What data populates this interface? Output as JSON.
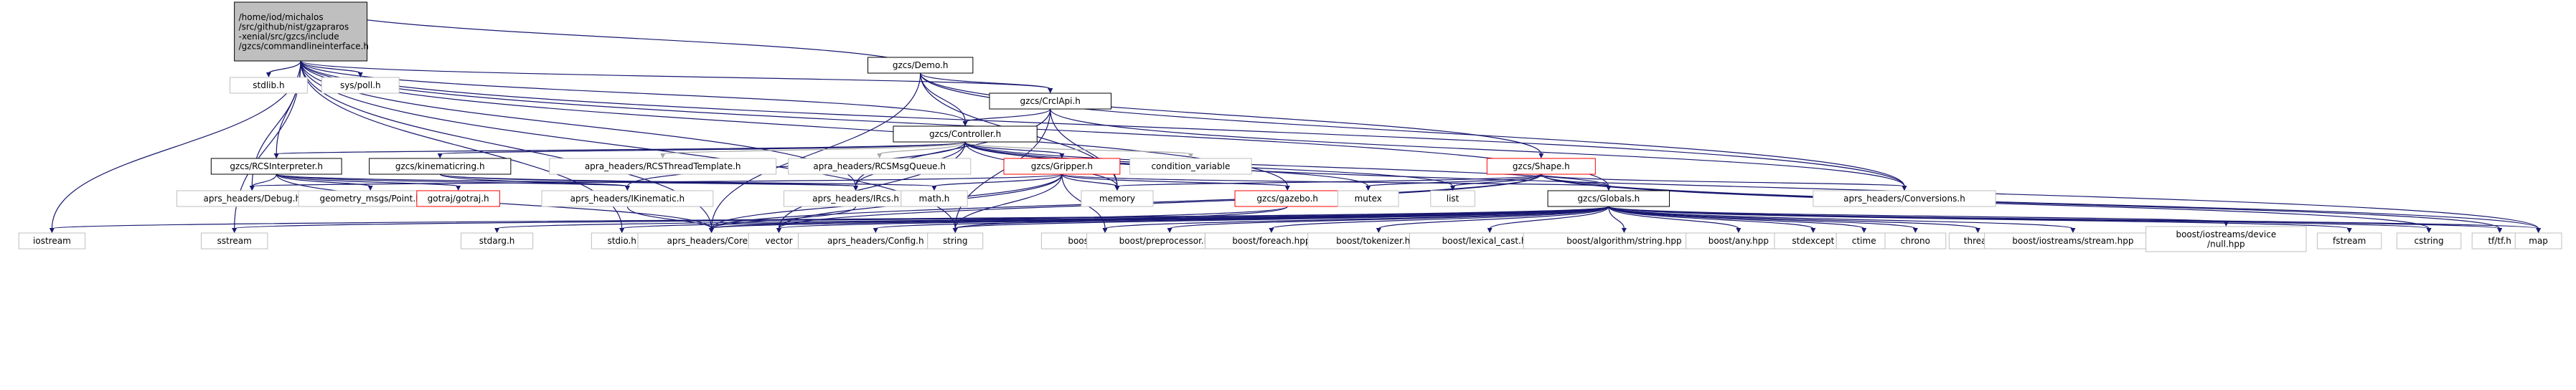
{
  "diagram": {
    "root": {
      "lines": [
        "/home/iod/michalos",
        "/src/github/nist/gzapraros",
        "-xenial/src/gzcs/include",
        "/gzcs/commandlineinterface.h"
      ]
    },
    "nodes": {
      "stdlib": "stdlib.h",
      "syspoll": "sys/poll.h",
      "demo": "gzcs/Demo.h",
      "crclapi": "gzcs/CrclApi.h",
      "controller": "gzcs/Controller.h",
      "rcsinterp": "gzcs/RCSInterpreter.h",
      "kinring": "gzcs/kinematicring.h",
      "rcsthread": "apra_headers/RCSThreadTemplate.h",
      "rcsmsgqueue": "apra_headers/RCSMsgQueue.h",
      "gripper": "gzcs/Gripper.h",
      "condvar": "condition_variable",
      "shape": "gzcs/Shape.h",
      "aprsdebug": "aprs_headers/Debug.h",
      "geompoint": "geometry_msgs/Point.h",
      "gotraj": "gotraj/gotraj.h",
      "aprsikin": "aprs_headers/IKinematic.h",
      "aprsircs": "aprs_headers/IRcs.h",
      "mathh": "math.h",
      "memory": "memory",
      "gzgazebo": "gzcs/gazebo.h",
      "mutex": "mutex",
      "list": "list",
      "globals": "gzcs/Globals.h",
      "aprsconv": "aprs_headers/Conversions.h",
      "iostream": "iostream",
      "sstream": "sstream",
      "stdarg": "stdarg.h",
      "stdio": "stdio.h",
      "aprscore": "aprs_headers/Core.h",
      "vector": "vector",
      "aprsconfig": "aprs_headers/Config.h",
      "string": "string",
      "boostthread": "boost/thread.hpp",
      "boostpre": "boost/preprocessor.hpp",
      "boostforeach": "boost/foreach.hpp",
      "boosttok": "boost/tokenizer.hpp",
      "boostlex": "boost/lexical_cast.hpp",
      "boostalgo": "boost/algorithm/string.hpp",
      "boostany": "boost/any.hpp",
      "stdexcept": "stdexcept",
      "ctime": "ctime",
      "chrono": "chrono",
      "thread": "thread",
      "boostiostream": "boost/iostreams/stream.hpp",
      "boostnull": [
        "boost/iostreams/device",
        "/null.hpp"
      ],
      "fstream": "fstream",
      "cstring": "cstring",
      "tftf": "tf/tf.h",
      "map": "map"
    },
    "colors": {
      "edge": "#191970",
      "edge_gray": "#a9a9a9",
      "root_fill": "#bfbfbf",
      "node_border_default": "#bfbfbf",
      "node_border_documented": "#000000",
      "node_border_truncated": "#ff0000"
    }
  }
}
